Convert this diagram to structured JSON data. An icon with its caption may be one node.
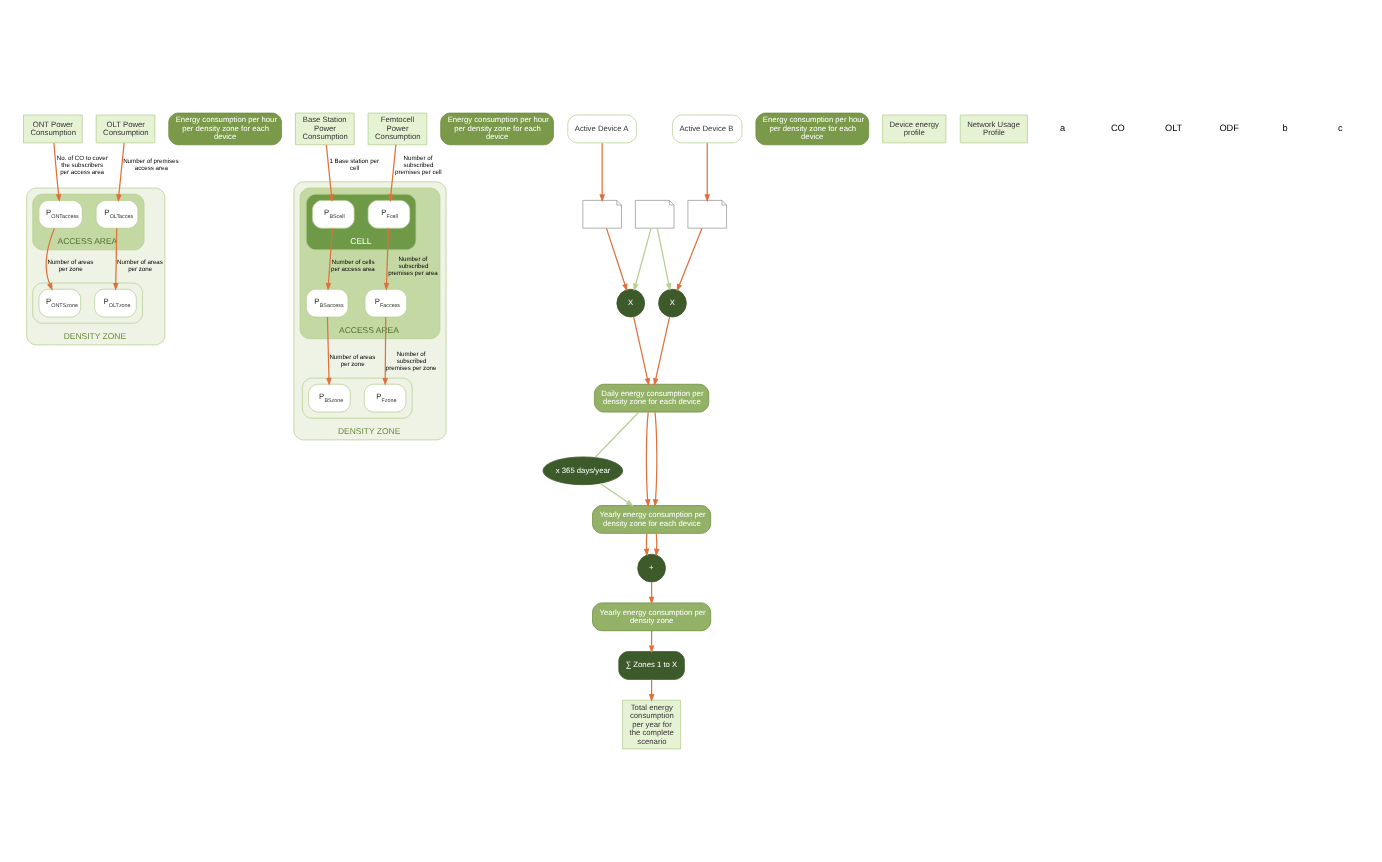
{
  "diagram": {
    "nodes": [
      {
        "text": [
          "DENSITY ZONE"
        ]
      },
      {
        "text": [
          "ACCESS AREA"
        ],
        "in": 0
      },
      {
        "text": [
          "ONT Power Consumption"
        ]
      },
      {
        "text": [
          "OLT Power Consumption"
        ]
      },
      {
        "text": [
          "P$_{ONTaccess}$"
        ],
        "in": 1
      },
      {
        "text": [
          "P$_{OLTacces}$"
        ],
        "in": 1
      },
      {
        "text": [],
        "shape": "box",
        "in": 0
      },
      {
        "text": [
          "P$_{ONTSzone}$"
        ],
        "in": 6
      },
      {
        "text": [
          "P$_{OLTzone}$"
        ],
        "in": 6
      },
      {
        "text": [
          "Energy consumption per hour per density zone for each device"
        ]
      },
      {
        "text": [
          "DENSITY ZONE"
        ]
      },
      {
        "text": [
          "ACCESS AREA"
        ],
        "in": 10
      },
      {
        "text": [
          "CELL"
        ],
        "in": 11
      },
      {
        "text": [
          "Base Station Power Consumption"
        ]
      },
      {
        "text": [
          "Femtocell Power Consumption"
        ]
      },
      {
        "text": [
          "P$_{BScell}$"
        ],
        "in": 12
      },
      {
        "text": [
          "P$_{Fcell}$"
        ],
        "in": 12
      },
      {
        "text": [
          "P$_{BSaccess}$"
        ],
        "in": 11
      },
      {
        "text": [
          "P$_{Faccess}$"
        ],
        "in": 11
      },
      {
        "text": [],
        "shape": "box",
        "in": 10
      },
      {
        "text": [
          "P$_{BSzone}$"
        ],
        "in": 19
      },
      {
        "text": [
          "P$_{Fzone}$"
        ],
        "in": 19
      },
      {
        "text": [
          "Energy consumption per hour per density zone for each device"
        ]
      },
      {
        "text": [
          "Active Device A"
        ]
      },
      {
        "text": [
          "Energy consumption per hour per density zone for each device"
        ]
      },
      {
        "text": [
          "Active Device B"
        ]
      },
      {
        "text": [],
        "shape": "picture"
      },
      {
        "text": [
          "Device energy profile"
        ]
      },
      {
        "text": [],
        "shape": "picture"
      },
      {
        "text": [
          "X"
        ]
      },
      {
        "text": [],
        "shape": "picture"
      },
      {
        "text": [
          "Network Usage Profile"
        ]
      },
      {
        "text": [
          "X"
        ]
      },
      {
        "text": [
          "Daily energy consumption per density zone for each device"
        ]
      },
      {
        "text": [
          "x 365 days/year"
        ]
      },
      {
        "text": [
          "Yearly energy consumption per density zone for each device"
        ]
      },
      {
        "text": [
          "+"
        ]
      },
      {
        "text": [
          "Yearly energy consumption per density zone"
        ]
      },
      {
        "text": [
          "∑ Zones 1 to X"
        ]
      },
      {
        "text": [
          "Total energy consumption per year for the complete scenario"
        ]
      }
    ],
    "edges": [
      {
        "from": 2,
        "to": 4,
        "arrow": "to",
        "label": "No. of CO to cover the subscribers per access area"
      },
      {
        "from": 3,
        "to": 5,
        "arrow": "to",
        "label": "Number of premises access area"
      },
      {
        "from": 4,
        "to": 7,
        "arrow": "to",
        "label": "Number of areas per zone"
      },
      {
        "from": 5,
        "to": 8,
        "arrow": "to",
        "label": "Number of areas per zone"
      },
      {
        "from": 13,
        "to": 15,
        "arrow": "to",
        "label": "1 Base station per cell"
      },
      {
        "from": 14,
        "to": 16,
        "arrow": "to",
        "label": "Number of subscribed premises per cell"
      },
      {
        "from": 15,
        "to": 17,
        "arrow": "to",
        "label": "Number of cells per access area"
      },
      {
        "from": 16,
        "to": 18,
        "arrow": "to",
        "label": "Number of subscribed premises per area"
      },
      {
        "from": 17,
        "to": 20,
        "arrow": "to",
        "label": "Number of areas per zone"
      },
      {
        "from": 18,
        "to": 21,
        "arrow": "to",
        "label": "Number of subscribed premises per zone"
      },
      {
        "from": 23,
        "to": 26,
        "arrow": "to"
      },
      {
        "from": 25,
        "to": 30,
        "arrow": "to"
      },
      {
        "from": 26,
        "to": 29,
        "arrow": "to"
      },
      {
        "from": 30,
        "to": 32,
        "arrow": "to"
      },
      {
        "from": 28,
        "to": 29,
        "arrow": "to",
        "color": "#b5cf8f"
      },
      {
        "from": 28,
        "to": 32,
        "arrow": "to",
        "color": "#b5cf8f"
      },
      {
        "from": 29,
        "to": 33,
        "arrow": "to"
      },
      {
        "from": 32,
        "to": 33,
        "arrow": "to"
      },
      {
        "from": 33,
        "to": 35,
        "arrow": "to"
      },
      {
        "from": 33,
        "to": 35,
        "arrow": "to"
      },
      {
        "from": 33,
        "to": 34,
        "arrow": "none",
        "color": "#b5cf8f"
      },
      {
        "from": 34,
        "to": 35,
        "arrow": "to",
        "color": "#b5cf8f"
      },
      {
        "from": 35,
        "to": 36,
        "arrow": "to"
      },
      {
        "from": 35,
        "to": 36,
        "arrow": "to"
      },
      {
        "from": 36,
        "to": 37,
        "arrow": "to"
      },
      {
        "from": 37,
        "to": 38,
        "arrow": "to"
      },
      {
        "from": 38,
        "to": 39,
        "arrow": "to"
      }
    ],
    "labels": [
      "a",
      "CO",
      "OLT",
      "ODF",
      "b",
      "c"
    ]
  }
}
